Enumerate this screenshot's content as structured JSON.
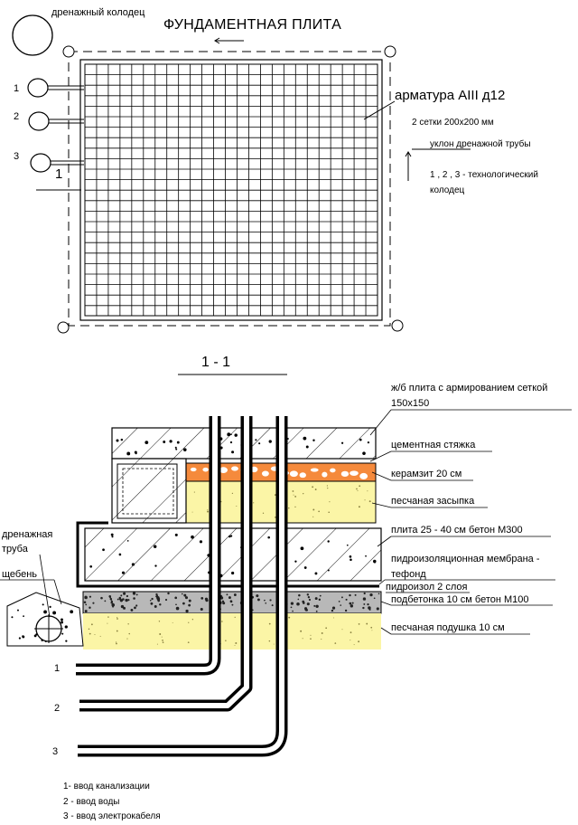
{
  "plan": {
    "title": "ФУНДАМЕНТНАЯ ПЛИТА",
    "drain_well_label": "дренажный колодец",
    "rebar_label": "арматура AIII д12",
    "mesh_label": "2 сетки 200х200 мм",
    "slope_label": "уклон дренажной трубы",
    "wells_label_line1": "1 , 2 , 3 - технологический",
    "wells_label_line2": "колодец",
    "well_numbers": [
      "1",
      "2",
      "3"
    ],
    "section_mark": "1"
  },
  "section": {
    "title": "1 - 1",
    "layers": {
      "slab_line1": "ж/б плита с армированием сеткой",
      "slab_line2": "150х150",
      "screed": "цементная стяжка",
      "expanded_clay": "керамзит 20 см",
      "sand_fill": "песчаная засыпка",
      "main_slab": "плита 25 - 40 см бетон М300",
      "membrane_line1": "пидроизоляционная мембрана -",
      "membrane_line2": "тефонд",
      "waterproofing": "пидроизол 2 слоя",
      "subconcrete": "подбетонка 10 см бетон М100",
      "sand_cushion": "песчаная подушка 10 см"
    },
    "drain_pipe_line1": "дренажная",
    "drain_pipe_line2": "труба",
    "gravel": "щебень",
    "pipe_numbers": [
      "1",
      "2",
      "3"
    ]
  },
  "legend": {
    "items": [
      "1- ввод канализации",
      "2 - ввод воды",
      "3 - ввод электрокабеля"
    ]
  },
  "colors": {
    "expanded_clay": "#f58a3c",
    "sand": "#fbf5a6",
    "subconcrete": "#b8b8b8",
    "line": "#000000"
  }
}
